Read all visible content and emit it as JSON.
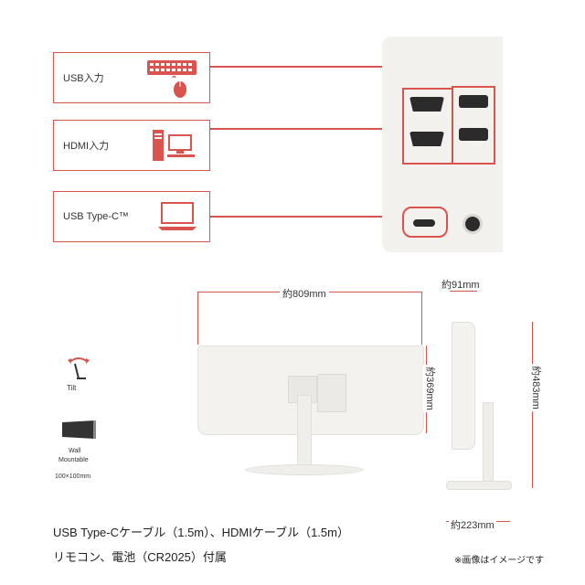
{
  "connectors": [
    {
      "label": "USB入力",
      "icon": "keyboard-mouse-icon"
    },
    {
      "label": "HDMI入力",
      "icon": "pc-tower-icon"
    },
    {
      "label": "USB Type-C™",
      "icon": "laptop-icon"
    }
  ],
  "dimensions": {
    "width": "約809mm",
    "height_panel": "約369mm",
    "depth": "約91mm",
    "height_total": "約483mm",
    "base_depth": "約223mm"
  },
  "features": {
    "tilt_label": "Tilt",
    "wall_label_line1": "Wall",
    "wall_label_line2": "Mountable",
    "wall_spec": "100×100mm"
  },
  "accessories": {
    "line1": "USB Type-Cケーブル（1.5m）、HDMIケーブル（1.5m）",
    "line2": "リモコン、電池（CR2025）付属"
  },
  "note": "※画像はイメージです",
  "colors": {
    "accent": "#d9534f",
    "device": "#f3f2ef"
  }
}
